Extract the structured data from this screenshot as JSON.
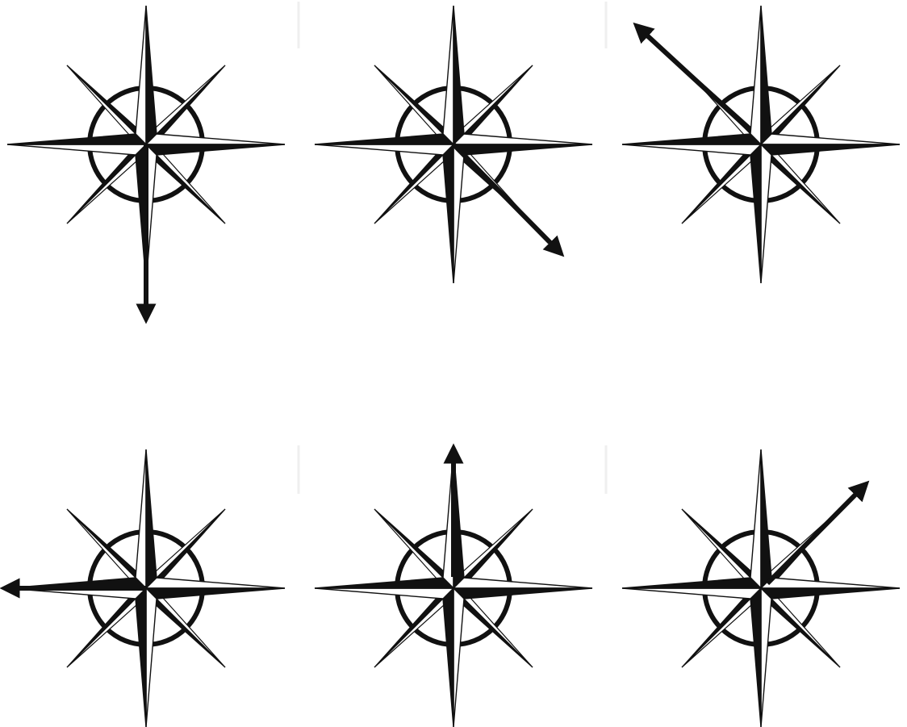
{
  "colors": {
    "background": "#ffffff",
    "ink": "#111111",
    "light_fill": "#ffffff",
    "panel_seam": "#eeeeee"
  },
  "compasses": [
    {
      "arrow_icon": "arrow-south-icon",
      "direction": "S"
    },
    {
      "arrow_icon": "arrow-southeast-icon",
      "direction": "SE"
    },
    {
      "arrow_icon": "arrow-northwest-icon",
      "direction": "NW"
    },
    {
      "arrow_icon": "arrow-west-icon",
      "direction": "W"
    },
    {
      "arrow_icon": "arrow-north-icon",
      "direction": "N"
    },
    {
      "arrow_icon": "arrow-northeast-icon",
      "direction": "NE"
    }
  ]
}
